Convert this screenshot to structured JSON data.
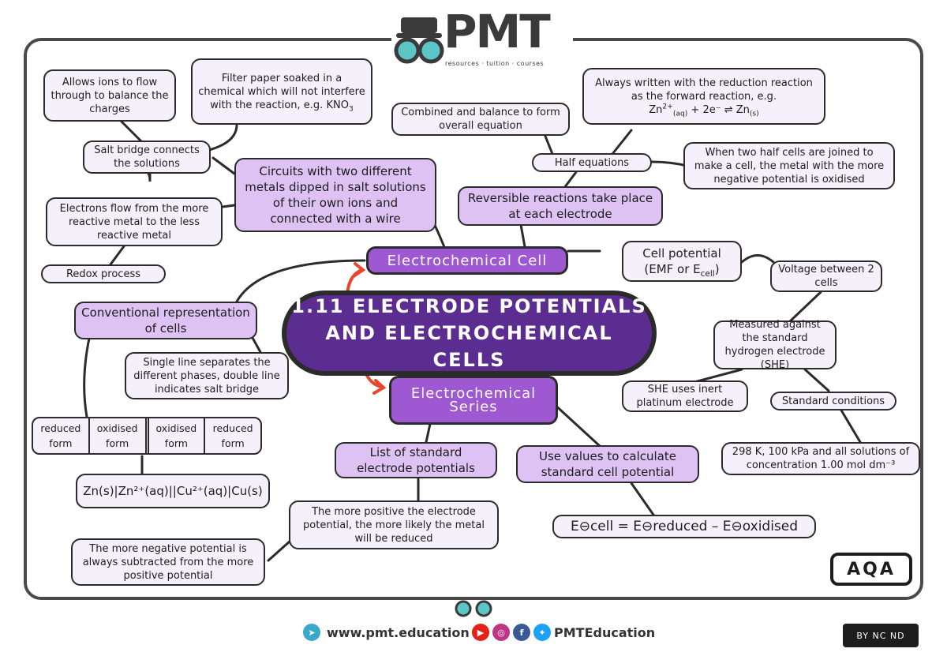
{
  "logo": {
    "name": "PMT",
    "tagline": "resources · tuition · courses"
  },
  "title": [
    "1.11 ELECTRODE POTENTIALS",
    "AND ELECTROCHEMICAL CELLS"
  ],
  "exam_board": "AQA",
  "electrochemical_cell": {
    "label": "Electrochemical Cell",
    "circuits": "Circuits with two different metals dipped in salt solutions of their own ions and connected with a wire",
    "salt_bridge": "Salt bridge connects the solutions",
    "ions_flow": "Allows ions to flow through to balance the charges",
    "filter_paper_text": "Filter paper soaked in a chemical which will not interfere with the reaction, e.g.",
    "filter_paper_formula": "KNO",
    "filter_paper_sub": "3",
    "electrons_flow": "Electrons flow from the more reactive metal to the less reactive metal",
    "redox": "Redox process",
    "reversible": "Reversible reactions take place at each electrode",
    "half_equations": "Half equations",
    "combined": "Combined and balance to form overall equation",
    "reduction_text": "Always written with the reduction reaction as the forward reaction, e.g.",
    "reduction_eq": {
      "zn": "Zn",
      "sup": "2+",
      "aq": "(aq)",
      "rest": " + 2e⁻ ⇌ Zn",
      "s": "(s)"
    },
    "oxidised": "When two half cells are joined to make a cell, the metal with the more negative potential is oxidised",
    "cell_potential_a": "Cell potential",
    "cell_potential_b": "(EMF or E",
    "cell_potential_sub": "cell",
    "cell_potential_c": ")",
    "voltage": "Voltage between 2 cells",
    "measured": "Measured against the standard hydrogen electrode (SHE)",
    "she": "SHE uses inert platinum electrode",
    "standard_conditions": "Standard conditions",
    "conditions": "298 K, 100 kPa and all solutions of concentration 1.00 mol dm⁻³"
  },
  "representation": {
    "label": "Conventional representation of cells",
    "single_line": "Single line separates the different phases, double line indicates salt bridge",
    "columns": [
      {
        "top": "reduced",
        "bottom": "form"
      },
      {
        "top": "oxidised",
        "bottom": "form"
      },
      {
        "top": "oxidised",
        "bottom": "form"
      },
      {
        "top": "reduced",
        "bottom": "form"
      }
    ],
    "example": "Zn(s)|Zn²⁺(aq)||Cu²⁺(aq)|Cu(s)"
  },
  "series": {
    "label": "Electrochemical Series",
    "list": "List of standard electrode potentials",
    "more_positive": "The more positive the electrode potential, the more likely the metal will be reduced",
    "more_negative": "The more negative potential is always subtracted from the more positive potential",
    "use_values": "Use values to calculate standard cell potential",
    "formula": "E⊖cell = E⊖reduced – E⊖oxidised"
  },
  "footer": {
    "web": "www.pmt.education",
    "social": "PMTEducation",
    "license": "BY NC ND"
  },
  "colors": {
    "core": "#5c2d91",
    "dark": "#9d58d2",
    "mid": "#ddc2f3",
    "light": "#f6f0fb",
    "arrow": "#e8472b"
  }
}
